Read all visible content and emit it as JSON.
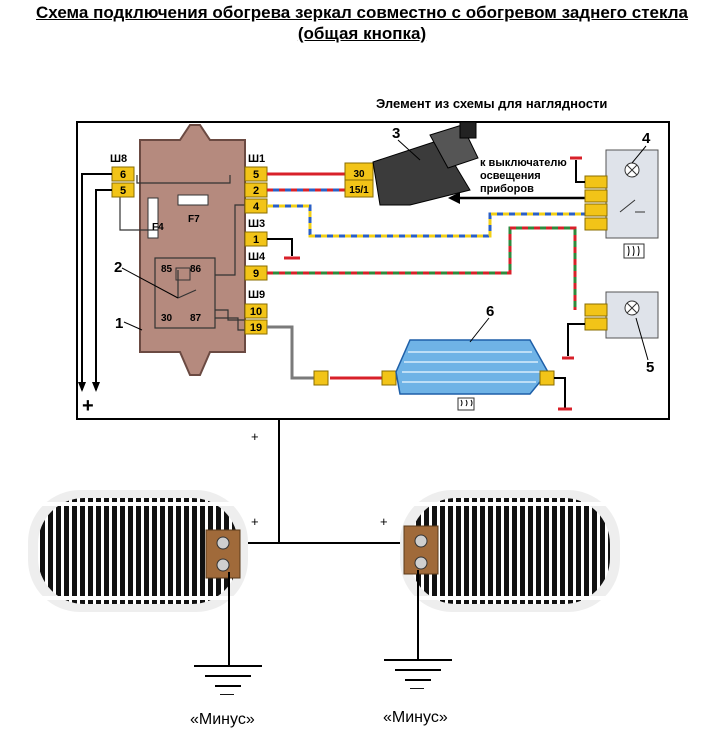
{
  "title_line1": "Схема подключения обогрева зеркал совместно с обогревом заднего стекла",
  "title_line2": "(общая кнопка)",
  "subtitle": "Элемент из схемы для наглядности",
  "block": {
    "connectors": {
      "sh1": "Ш1",
      "sh3": "Ш3",
      "sh4": "Ш4",
      "sh8": "Ш8",
      "sh9": "Ш9"
    },
    "pins": {
      "p6": "6",
      "p5": "5",
      "p5r": "5",
      "p2": "2",
      "p4": "4",
      "p1": "1",
      "p9": "9",
      "p10": "10",
      "p19": "19"
    },
    "fuses": {
      "f4": "F4",
      "f7": "F7"
    },
    "relay": {
      "r85": "85",
      "r86": "86",
      "r30": "30",
      "r87": "87"
    }
  },
  "switch_pins": {
    "s30": "30",
    "s15": "15/1"
  },
  "callouts": {
    "c1": "1",
    "c2": "2",
    "c3": "3",
    "c4": "4",
    "c5": "5",
    "c6": "6"
  },
  "note_line1": "к выключателю",
  "note_line2": "освещения",
  "note_line3": "приборов",
  "plus_sign": "+",
  "plus_labels": {
    "pl1": "+",
    "pl2": "+",
    "pl3": "+"
  },
  "minus_sign": "—",
  "minus_labels": {
    "m1": "«Минус»",
    "m2": "«Минус»"
  },
  "colors": {
    "block_fill": "#b58a7e",
    "block_stroke": "#6b4a42",
    "pin_yellow": "#f2c418",
    "wire_red": "#d8202a",
    "wire_blue": "#2a5fc6",
    "wire_yellow": "#f1cf16",
    "wire_green": "#2e8a3c",
    "wire_gray": "#7a7a7a",
    "lamp_box": "#dfe3ea",
    "heater_blue": "#6fb3e6"
  }
}
